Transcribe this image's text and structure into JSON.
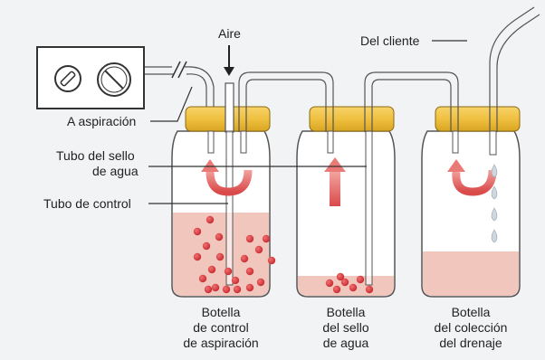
{
  "labels": {
    "air": "Aire",
    "from_patient": "Del cliente",
    "to_suction": "A aspiración",
    "water_seal_tube_1": "Tubo del sello",
    "water_seal_tube_2": "de agua",
    "control_tube": "Tubo de control"
  },
  "bottles": [
    {
      "caption": [
        "Botella",
        "de control",
        "de aspiración"
      ]
    },
    {
      "caption": [
        "Botella",
        "del sello",
        "de agua"
      ]
    },
    {
      "caption": [
        "Botella",
        "del colección",
        "del drenaje"
      ]
    }
  ],
  "colors": {
    "background": "#f2f3f5",
    "liquid": "#f1c6bd",
    "lid": "#f0c040",
    "arrow": "#e0605d",
    "bubble": "#d23a3f",
    "droplet": "#cfd6de",
    "outline": "#333333"
  },
  "icons": [
    "gauge-dial-icon",
    "suction-dial-icon",
    "down-arrow-icon",
    "curved-arrow-icon",
    "up-arrow-icon",
    "droplet-icon"
  ]
}
